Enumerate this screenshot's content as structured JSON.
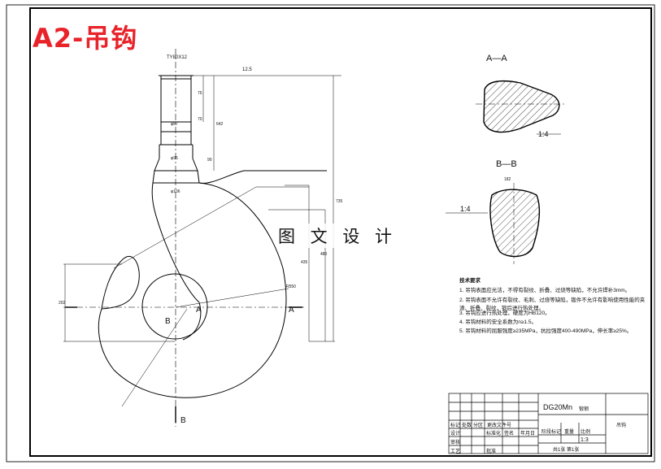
{
  "title": "A2-吊钩",
  "watermark": "图 文 设 计",
  "sections": {
    "aa_label": "A—A",
    "bb_label": "B—B",
    "aa_slope": "1:4",
    "bb_slope": "1:4"
  },
  "cut_marks": {
    "a_left": "A",
    "a_right": "A",
    "b_center": "B",
    "b_bottom": "B"
  },
  "dimensions": {
    "thread": "TY80X12",
    "roughness_top": "12.5",
    "d75": "75",
    "d70": "70",
    "d90": "90",
    "d642": "642",
    "d87": "φ87",
    "d95": "φ95",
    "d106": "φ106",
    "total": "735",
    "d480": "480",
    "d435": "435",
    "d202": "202",
    "bb_width": "182",
    "r550": "R550"
  },
  "notes": {
    "heading": "技术要求",
    "lines": [
      "1. 吊钩表面应光洁，不得有裂纹、折叠、过烧等缺陷，不允许焊补3mm。",
      "2. 吊钩表面不允许有裂纹、毛刺、过烧等缺陷，锻件不允许有影响使用性能的夹渣、折叠、裂纹，锻后进行热处理。",
      "3. 吊钩应进行热处理，硬度为HB120。",
      "4. 吊钩材料的安全系数为n≥1.5。",
      "5. 吊钩材料的屈服强度≥235MPa，抗拉强度400-490MPa，伸长率≥25%。"
    ]
  },
  "title_block": {
    "material": "DG20Mn",
    "material_suffix": "锻钢",
    "part_name": "吊钩",
    "scale": "1:3",
    "mark_label": "标记",
    "count_label": "处数",
    "zone_label": "分区",
    "doc_label": "更改文件号",
    "sign_label": "签名",
    "date_label": "年月日",
    "design_label": "设计",
    "std_label": "标准化",
    "review_label": "审核",
    "process_label": "工艺",
    "approve_label": "批准",
    "stage_label": "阶段标记",
    "weight_label": "重量",
    "ratio_label": "比例",
    "sheet_info": "共1张  第1张"
  }
}
